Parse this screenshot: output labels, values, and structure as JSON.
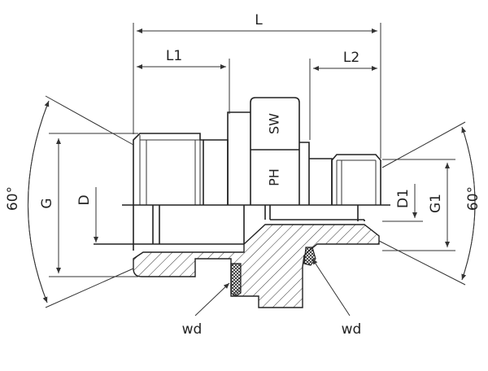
{
  "labels": {
    "L": "L",
    "L1": "L1",
    "L2": "L2",
    "SW": "SW",
    "PH": "PH",
    "G": "G",
    "D": "D",
    "D1": "D1",
    "G1": "G1",
    "angle_left": "60°",
    "angle_right": "60°",
    "wd_left": "wd",
    "wd_right": "wd"
  }
}
